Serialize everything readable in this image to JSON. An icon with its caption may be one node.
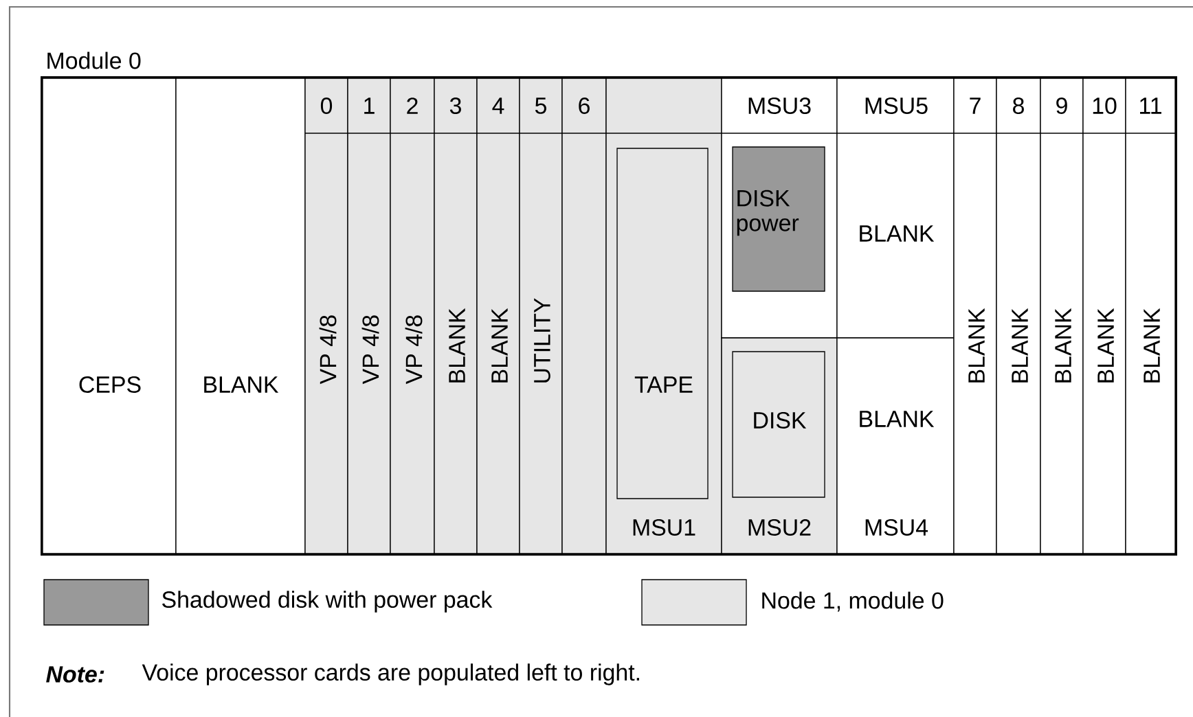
{
  "diagram": {
    "nodes": [
      {
        "text": [
          "Module 0"
        ]
      },
      {
        "text": [
          "CEPS"
        ],
        "in": 0
      },
      {
        "text": [
          "BLANK"
        ],
        "in": 0
      },
      {
        "text": [
          "0",
          "VP 4/8"
        ],
        "in": 0
      },
      {
        "text": [
          "1",
          "VP 4/8"
        ],
        "in": 0
      },
      {
        "text": [
          "2",
          "VP 4/8"
        ],
        "in": 0
      },
      {
        "text": [
          "3",
          "BLANK"
        ],
        "in": 0
      },
      {
        "text": [
          "4",
          "BLANK"
        ],
        "in": 0
      },
      {
        "text": [
          "5",
          "UTILITY"
        ],
        "in": 0
      },
      {
        "text": [
          "6"
        ],
        "in": 0
      },
      {
        "text": [
          "MSU1"
        ],
        "in": 0
      },
      {
        "text": [
          "TAPE"
        ],
        "in": 10
      },
      {
        "text": [
          "MSU3"
        ],
        "in": 0
      },
      {
        "text": [
          "DISK power"
        ],
        "in": 12
      },
      {
        "text": [
          "MSU2"
        ],
        "in": 0
      },
      {
        "text": [
          "DISK"
        ],
        "in": 14
      },
      {
        "text": [
          "MSU5",
          "BLANK"
        ],
        "in": 0
      },
      {
        "text": [
          "BLANK",
          "MSU4"
        ],
        "in": 0
      },
      {
        "text": [
          "7",
          "BLANK"
        ],
        "in": 0
      },
      {
        "text": [
          "8",
          "BLANK"
        ],
        "in": 0
      },
      {
        "text": [
          "9",
          "BLANK"
        ],
        "in": 0
      },
      {
        "text": [
          "10",
          "BLANK"
        ],
        "in": 0
      },
      {
        "text": [
          "11",
          "BLANK"
        ],
        "in": 0
      }
    ],
    "edges": [],
    "labels": [
      "Note:",
      "Voice processor cards are populated left to right."
    ],
    "legend": [
      {
        "text": "Shadowed disk with power pack",
        "color": "#999999"
      },
      {
        "text": "Node 1, module 0",
        "color": "#e6e6e6"
      }
    ]
  }
}
